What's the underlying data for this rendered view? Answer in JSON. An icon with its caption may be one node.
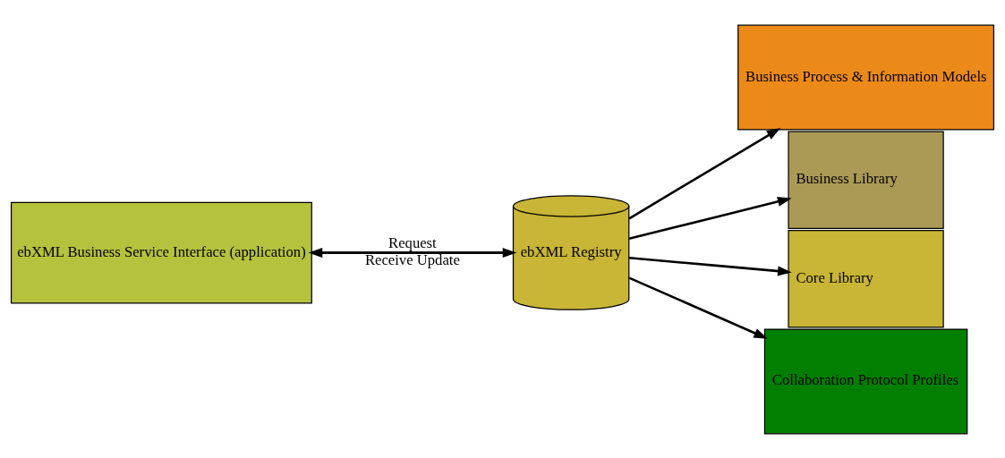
{
  "diagram": {
    "nodes": [
      {
        "text": [
          "ebXML Business Service Interface (application)"
        ]
      },
      {
        "text": [
          "ebXML Registry"
        ]
      },
      {
        "text": [
          "Business Process & Information Models"
        ]
      },
      {
        "text": [
          "Business Library"
        ]
      },
      {
        "text": [
          "Core Library"
        ]
      },
      {
        "text": [
          "Collaboration Protocol Profiles"
        ]
      }
    ],
    "edges": [
      {
        "from": 0,
        "to": 1,
        "arrow": "to",
        "label": "Request"
      },
      {
        "from": 1,
        "to": 0,
        "arrow": "to",
        "label": "Receive Update"
      },
      {
        "from": 1,
        "to": 2,
        "arrow": "to"
      },
      {
        "from": 1,
        "to": 3,
        "arrow": "to"
      },
      {
        "from": 1,
        "to": 4,
        "arrow": "to"
      },
      {
        "from": 1,
        "to": 5,
        "arrow": "to"
      }
    ]
  }
}
